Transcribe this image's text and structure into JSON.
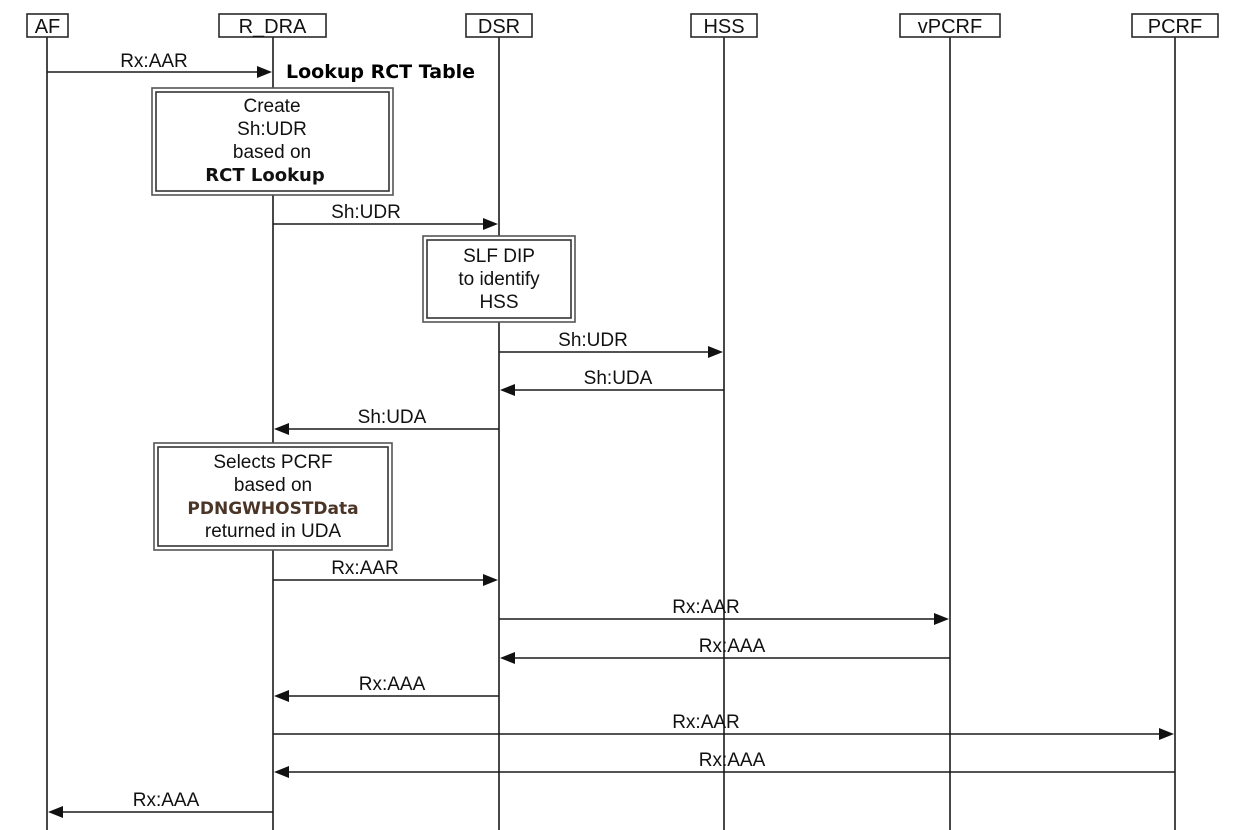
{
  "participants": [
    {
      "id": "AF",
      "label": "AF"
    },
    {
      "id": "R_DRA",
      "label": "R_DRA"
    },
    {
      "id": "DSR",
      "label": "DSR"
    },
    {
      "id": "HSS",
      "label": "HSS"
    },
    {
      "id": "vPCRF",
      "label": "vPCRF"
    },
    {
      "id": "PCRF",
      "label": "PCRF"
    }
  ],
  "messages": [
    {
      "from": "AF",
      "to": "R_DRA",
      "label": "Rx:AAR"
    },
    {
      "from": "R_DRA",
      "to": "DSR",
      "label": "Sh:UDR"
    },
    {
      "from": "DSR",
      "to": "HSS",
      "label": "Sh:UDR"
    },
    {
      "from": "HSS",
      "to": "DSR",
      "label": "Sh:UDA"
    },
    {
      "from": "DSR",
      "to": "R_DRA",
      "label": "Sh:UDA"
    },
    {
      "from": "R_DRA",
      "to": "DSR",
      "label": "Rx:AAR"
    },
    {
      "from": "DSR",
      "to": "vPCRF",
      "label": "Rx:AAR"
    },
    {
      "from": "vPCRF",
      "to": "DSR",
      "label": "Rx:AAA"
    },
    {
      "from": "DSR",
      "to": "R_DRA",
      "label": "Rx:AAA"
    },
    {
      "from": "R_DRA",
      "to": "PCRF",
      "label": "Rx:AAR"
    },
    {
      "from": "PCRF",
      "to": "R_DRA",
      "label": "Rx:AAA"
    },
    {
      "from": "R_DRA",
      "to": "AF",
      "label": "Rx:AAA"
    }
  ],
  "annotation": "Lookup RCT Table",
  "notes": [
    {
      "lines": [
        {
          "text": "Create",
          "style": "normal"
        },
        {
          "text": "Sh:UDR",
          "style": "normal"
        },
        {
          "text": "based on",
          "style": "normal"
        },
        {
          "text": "RCT Lookup",
          "style": "bold"
        }
      ]
    },
    {
      "lines": [
        {
          "text": "SLF DIP",
          "style": "normal"
        },
        {
          "text": "to identify",
          "style": "normal"
        },
        {
          "text": "HSS",
          "style": "normal"
        }
      ]
    },
    {
      "lines": [
        {
          "text": "Selects PCRF",
          "style": "normal"
        },
        {
          "text": "based on",
          "style": "normal"
        },
        {
          "text": "PDNGWHOSTData",
          "style": "bold-brown"
        },
        {
          "text": "returned in UDA",
          "style": "normal"
        }
      ]
    }
  ]
}
